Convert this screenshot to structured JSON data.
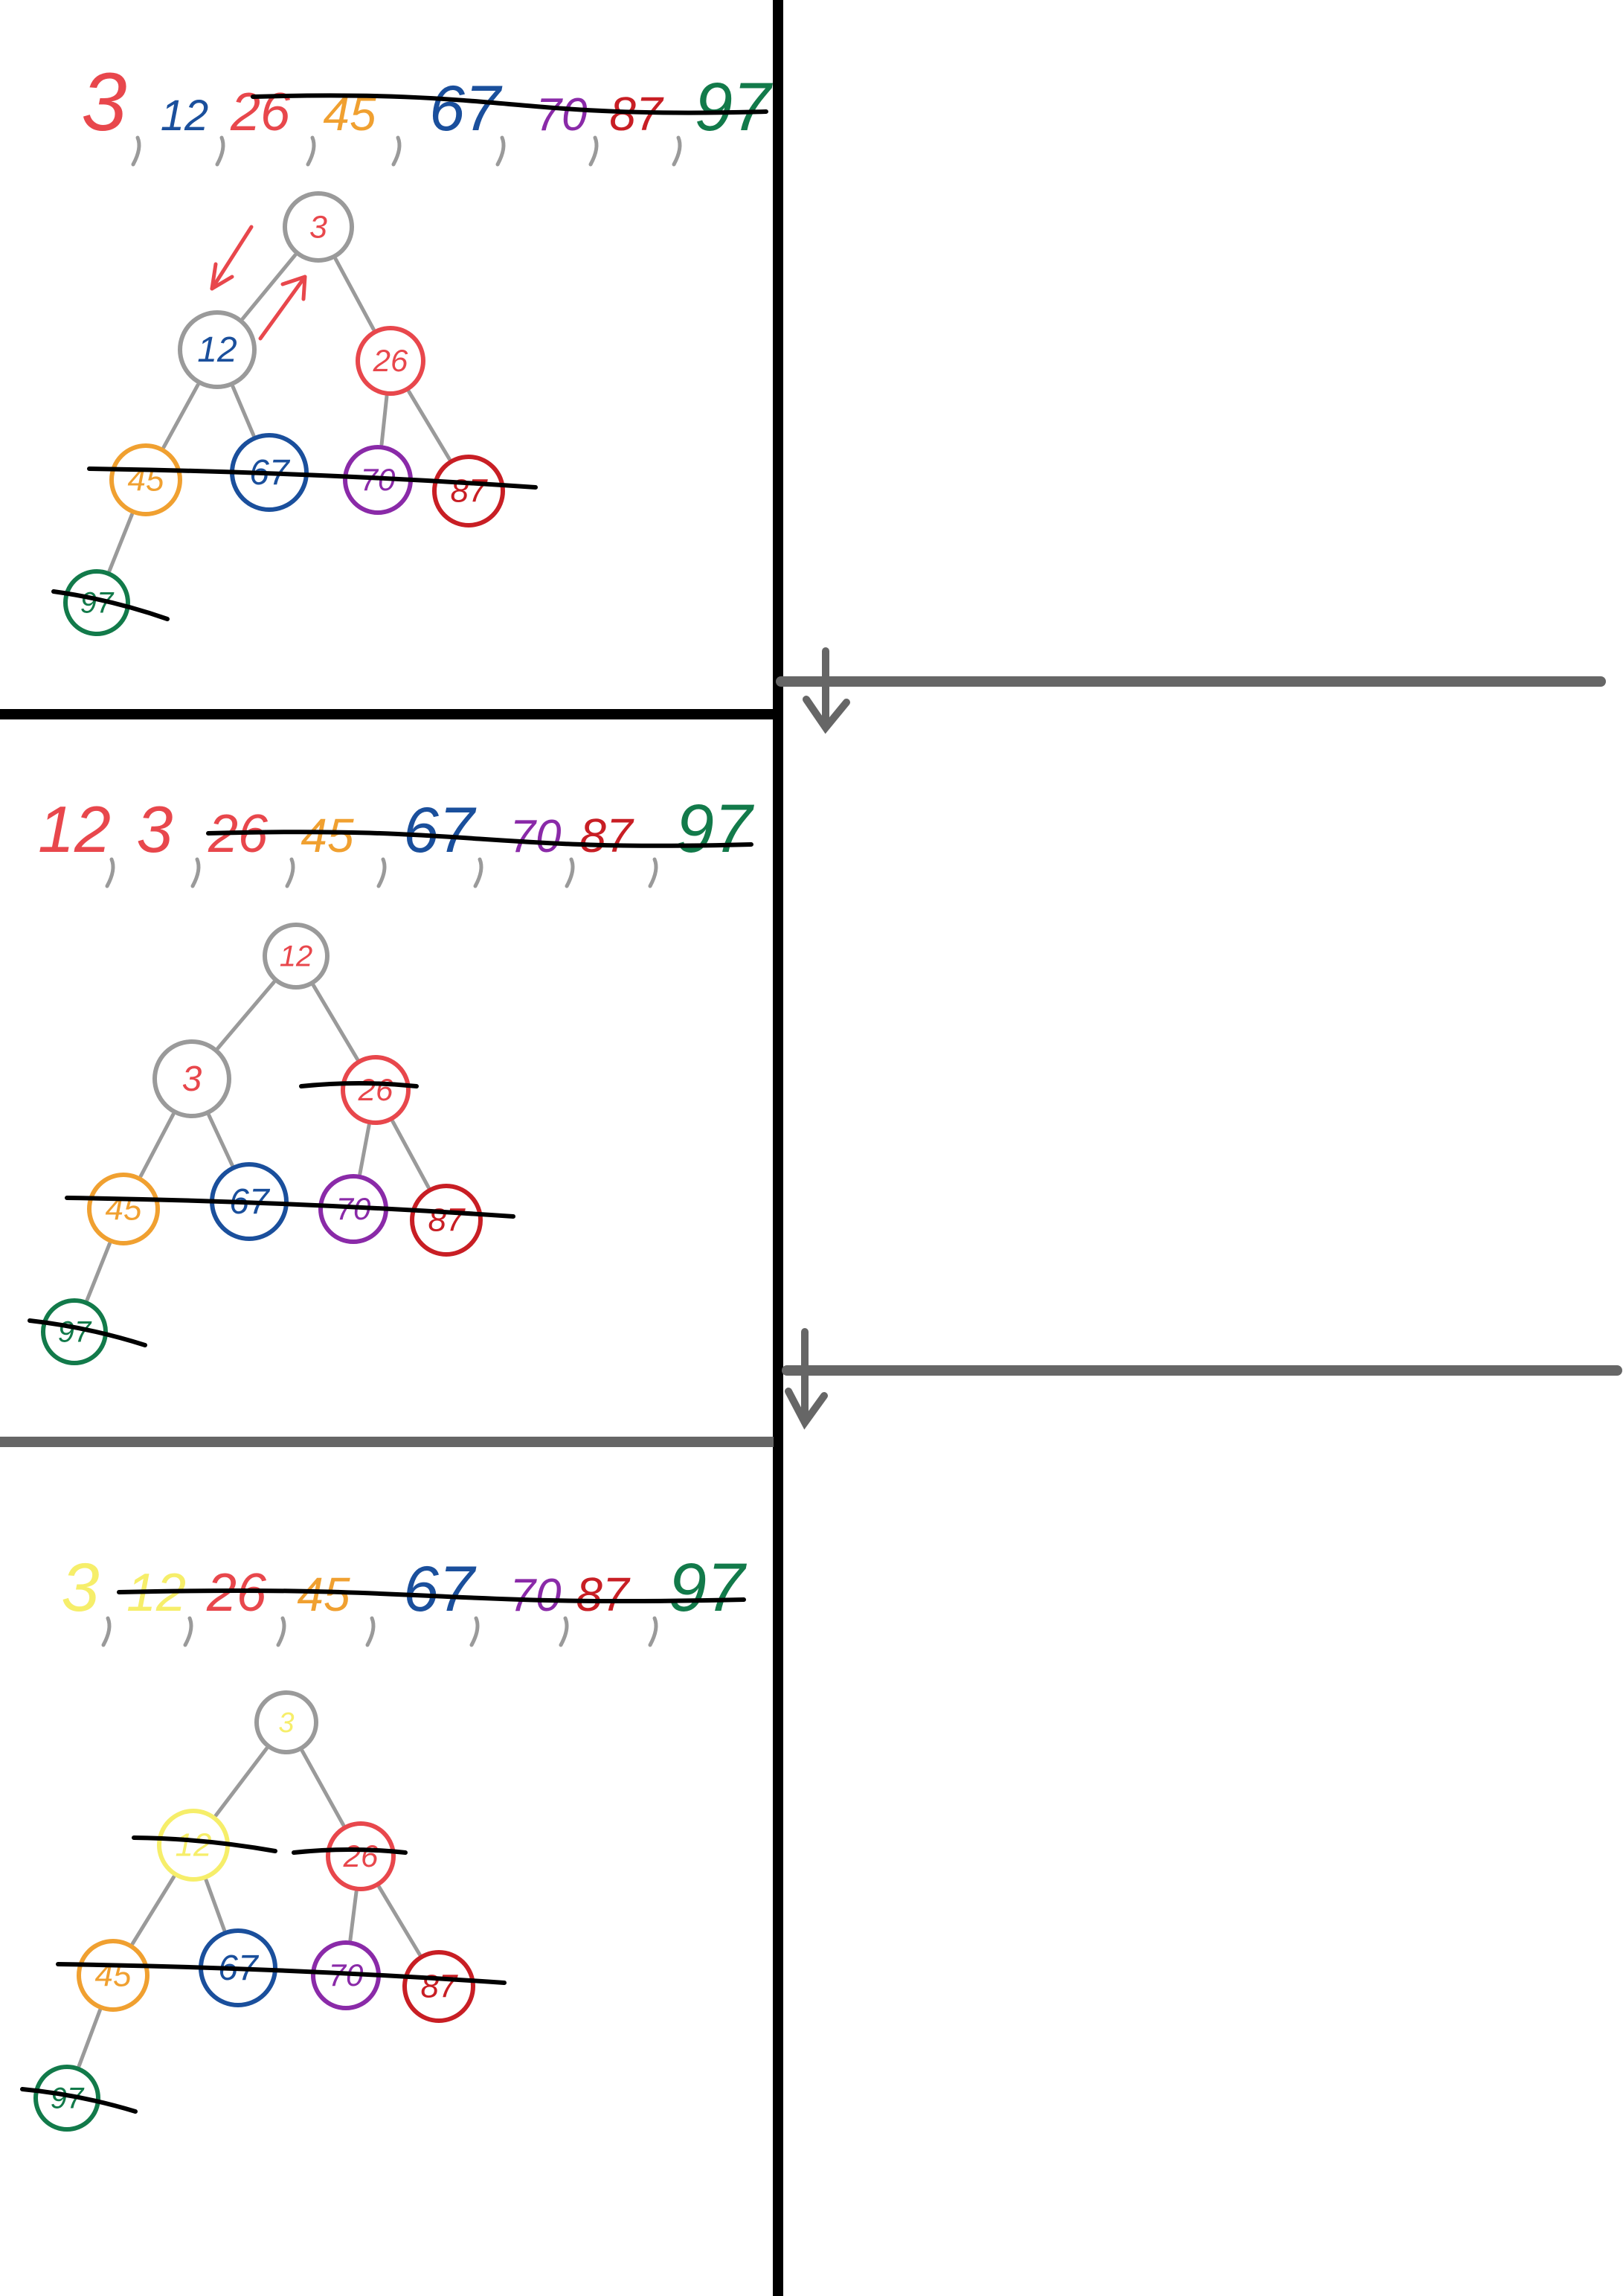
{
  "colors": {
    "red": "#e8474c",
    "navy": "#1a4f9c",
    "orange": "#f0a030",
    "purple": "#8a2aa8",
    "darkred": "#c81e24",
    "green": "#127a4a",
    "yellow": "#f6ee6a",
    "gray": "#9a9a9a",
    "black": "#000000",
    "divider_gray": "#666666"
  },
  "panels": [
    {
      "sequence": [
        {
          "text": "3",
          "color": "red",
          "struck": false
        },
        {
          "text": "12",
          "color": "navy",
          "struck": false
        },
        {
          "text": "26",
          "color": "red",
          "struck": true
        },
        {
          "text": "45",
          "color": "orange",
          "struck": true
        },
        {
          "text": "67",
          "color": "navy",
          "struck": true
        },
        {
          "text": "70",
          "color": "purple",
          "struck": true
        },
        {
          "text": "87",
          "color": "darkred",
          "struck": true
        },
        {
          "text": "97",
          "color": "green",
          "struck": true
        }
      ],
      "nodes": [
        {
          "label": "3",
          "text_color": "red",
          "ring": "gray",
          "struck": false
        },
        {
          "label": "12",
          "text_color": "navy",
          "ring": "gray",
          "struck": false
        },
        {
          "label": "26",
          "text_color": "red",
          "ring": "red",
          "struck": false
        },
        {
          "label": "45",
          "text_color": "orange",
          "ring": "orange",
          "struck": true
        },
        {
          "label": "67",
          "text_color": "navy",
          "ring": "navy",
          "struck": true
        },
        {
          "label": "70",
          "text_color": "purple",
          "ring": "purple",
          "struck": true
        },
        {
          "label": "87",
          "text_color": "darkred",
          "ring": "darkred",
          "struck": true
        },
        {
          "label": "97",
          "text_color": "green",
          "ring": "green",
          "struck": true
        }
      ],
      "swap_arrows": true
    },
    {
      "sequence": [
        {
          "text": "12",
          "color": "red",
          "struck": false
        },
        {
          "text": "3",
          "color": "red",
          "struck": false
        },
        {
          "text": "26",
          "color": "red",
          "struck": true
        },
        {
          "text": "45",
          "color": "orange",
          "struck": true
        },
        {
          "text": "67",
          "color": "navy",
          "struck": true
        },
        {
          "text": "70",
          "color": "purple",
          "struck": true
        },
        {
          "text": "87",
          "color": "darkred",
          "struck": true
        },
        {
          "text": "97",
          "color": "green",
          "struck": true
        }
      ],
      "nodes": [
        {
          "label": "12",
          "text_color": "red",
          "ring": "gray",
          "struck": false
        },
        {
          "label": "3",
          "text_color": "red",
          "ring": "gray",
          "struck": false
        },
        {
          "label": "26",
          "text_color": "red",
          "ring": "red",
          "struck": true
        },
        {
          "label": "45",
          "text_color": "orange",
          "ring": "orange",
          "struck": true
        },
        {
          "label": "67",
          "text_color": "navy",
          "ring": "navy",
          "struck": true
        },
        {
          "label": "70",
          "text_color": "purple",
          "ring": "purple",
          "struck": true
        },
        {
          "label": "87",
          "text_color": "darkred",
          "ring": "darkred",
          "struck": true
        },
        {
          "label": "97",
          "text_color": "green",
          "ring": "green",
          "struck": true
        }
      ],
      "swap_arrows": false
    },
    {
      "sequence": [
        {
          "text": "3",
          "color": "yellow",
          "struck": false
        },
        {
          "text": "12",
          "color": "yellow",
          "struck": true
        },
        {
          "text": "26",
          "color": "red",
          "struck": true
        },
        {
          "text": "45",
          "color": "orange",
          "struck": true
        },
        {
          "text": "67",
          "color": "navy",
          "struck": true
        },
        {
          "text": "70",
          "color": "purple",
          "struck": true
        },
        {
          "text": "87",
          "color": "darkred",
          "struck": true
        },
        {
          "text": "97",
          "color": "green",
          "struck": true
        }
      ],
      "nodes": [
        {
          "label": "3",
          "text_color": "yellow",
          "ring": "gray",
          "struck": false
        },
        {
          "label": "12",
          "text_color": "yellow",
          "ring": "yellow",
          "struck": true
        },
        {
          "label": "26",
          "text_color": "red",
          "ring": "red",
          "struck": true
        },
        {
          "label": "45",
          "text_color": "orange",
          "ring": "orange",
          "struck": true
        },
        {
          "label": "67",
          "text_color": "navy",
          "ring": "navy",
          "struck": true
        },
        {
          "label": "70",
          "text_color": "purple",
          "ring": "purple",
          "struck": true
        },
        {
          "label": "87",
          "text_color": "darkred",
          "ring": "darkred",
          "struck": true
        },
        {
          "label": "97",
          "text_color": "green",
          "ring": "green",
          "struck": true
        }
      ],
      "swap_arrows": false
    }
  ]
}
